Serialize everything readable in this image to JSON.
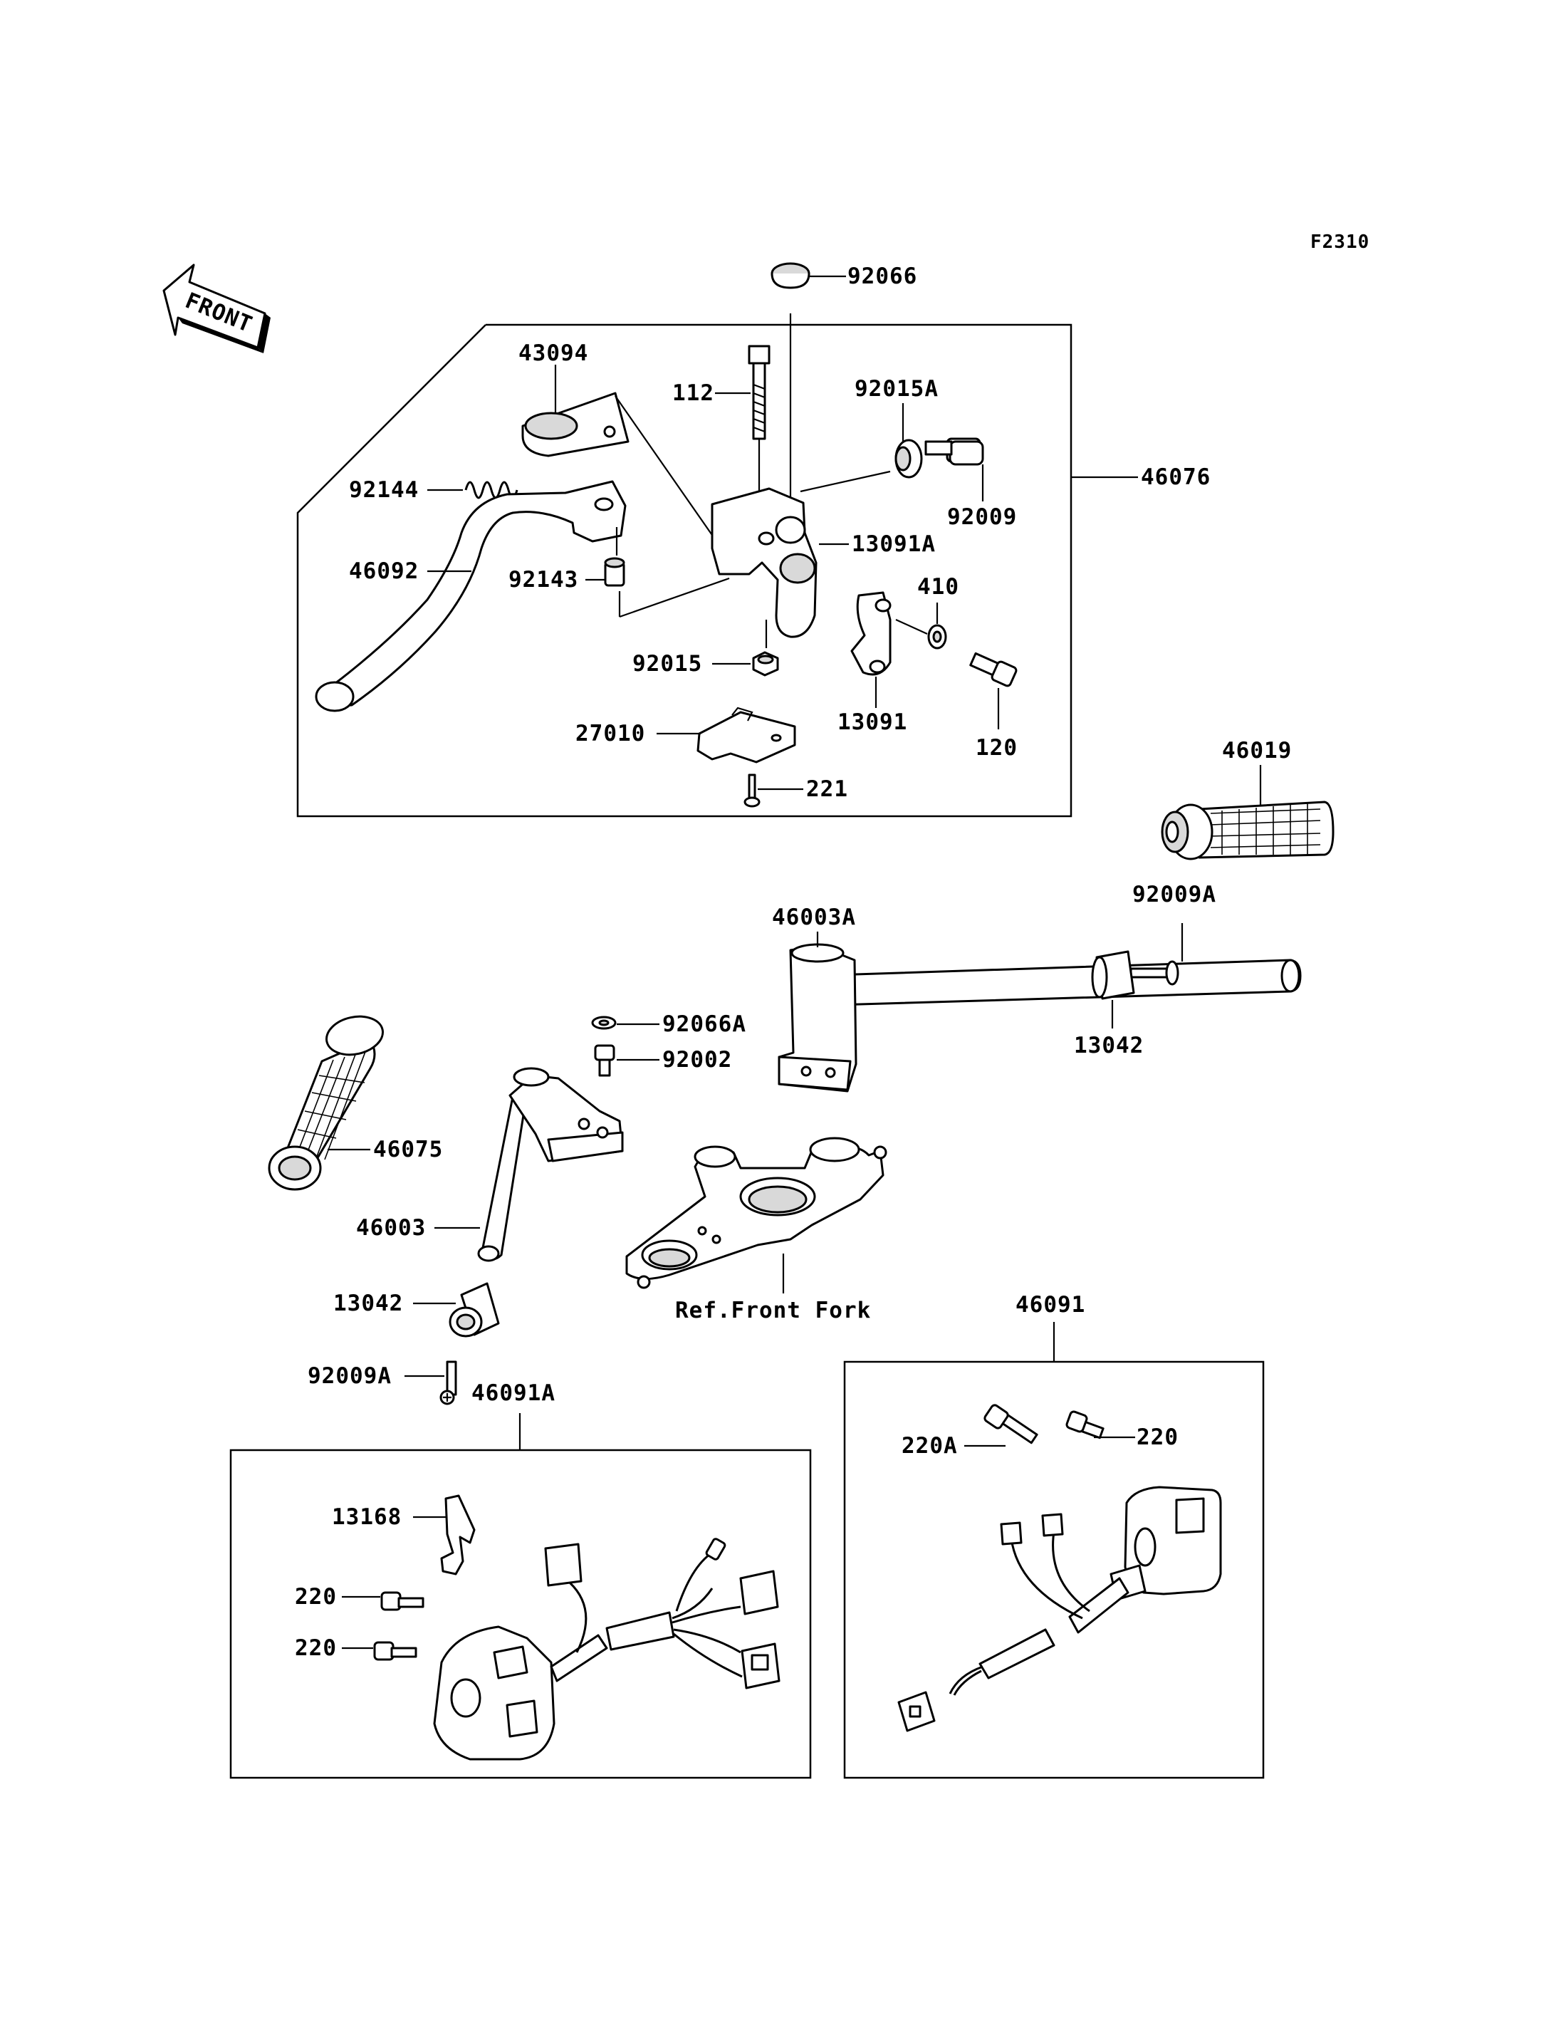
{
  "figure_code": "F2310",
  "front_arrow_text": "FRONT",
  "reference_label": "Ref.Front Fork",
  "part_labels": {
    "p92066": "92066",
    "p43094": "43094",
    "p112": "112",
    "p92015A": "92015A",
    "p46076": "46076",
    "p92144": "92144",
    "p92009_top": "92009",
    "p13091A": "13091A",
    "p46092": "46092",
    "p92143": "92143",
    "p410": "410",
    "p92015": "92015",
    "p13091": "13091",
    "p27010": "27010",
    "p120": "120",
    "p221": "221",
    "p46019": "46019",
    "p92009A_right": "92009A",
    "p46003A": "46003A",
    "p92066A": "92066A",
    "p92002": "92002",
    "p13042_right": "13042",
    "p46075": "46075",
    "p46003": "46003",
    "p13042_left": "13042",
    "p46091": "46091",
    "p92009A_left": "92009A",
    "p46091A": "46091A",
    "p220A": "220A",
    "p220_right": "220",
    "p13168": "13168",
    "p220_a": "220",
    "p220_b": "220"
  }
}
